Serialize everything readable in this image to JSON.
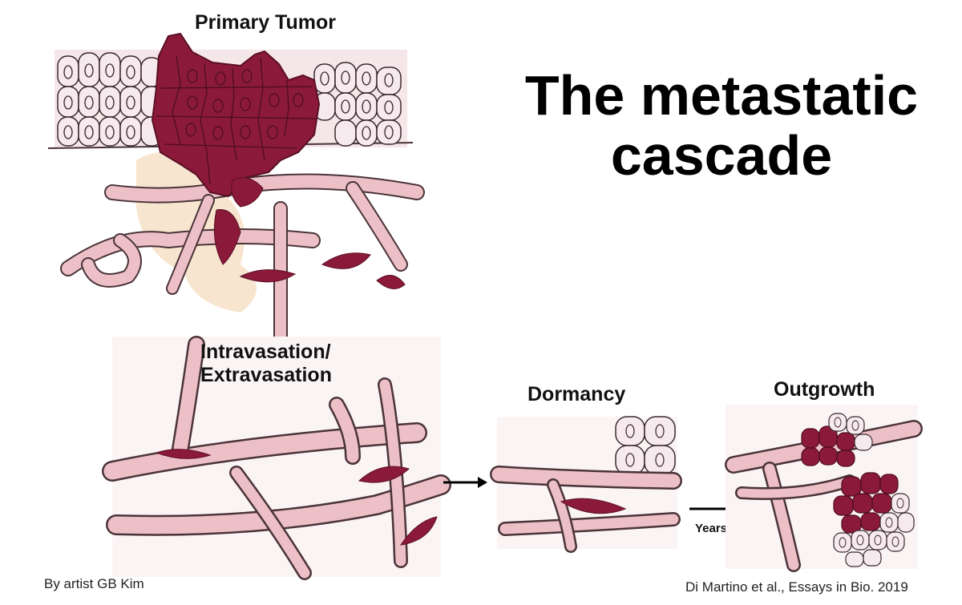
{
  "title": {
    "line1": "The metastatic",
    "line2": "cascade"
  },
  "panels": {
    "primary": {
      "label": "Primary Tumor"
    },
    "intravasation": {
      "line1": "Intravasation/",
      "line2": "Extravasation"
    },
    "dormancy": {
      "label": "Dormancy"
    },
    "outgrowth": {
      "label": "Outgrowth"
    }
  },
  "arrow_label": "Years",
  "credits": {
    "artist": "By artist GB Kim",
    "citation": "Di Martino et al., Essays in Bio. 2019"
  },
  "colors": {
    "vessel_fill": "#edc0c7",
    "vessel_outline": "#4a3438",
    "tumor": "#8b1a3a",
    "tumor_light": "#a8304f",
    "normal_cell": "#f6eaee",
    "stain": "#e7a070",
    "text": "#111111"
  }
}
